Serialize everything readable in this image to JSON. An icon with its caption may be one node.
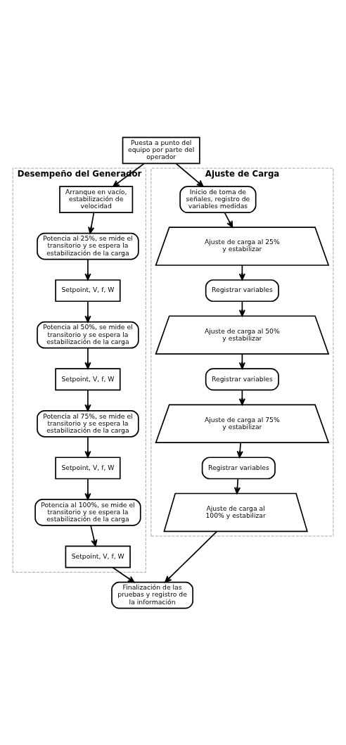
{
  "diagram": {
    "nodes": [
      {
        "text": [
          "Desempeño del Generador"
        ]
      },
      {
        "text": [
          "Ajuste de Carga"
        ]
      },
      {
        "text": [
          "Puesta a punto del equipo por parte del operador"
        ]
      },
      {
        "text": [
          "Arranque en vacío, estabilización de velocidad"
        ],
        "in": 0
      },
      {
        "text": [
          "Inicio de toma de señales, registro de variables medidas"
        ],
        "in": 1
      },
      {
        "text": [
          "Potencia al 25%, se mide el transitorio y se espera la estabilización de la carga"
        ],
        "in": 0
      },
      {
        "text": [
          "Ajuste de carga al 25% y estabilizar"
        ],
        "in": 1
      },
      {
        "text": [
          "Setpoint, V, f, W"
        ],
        "in": 0
      },
      {
        "text": [
          "Registrar variables"
        ],
        "in": 1
      },
      {
        "text": [
          "Potencia al 50%, se mide el transitorio y se espera la estabilización de la carga"
        ],
        "in": 0
      },
      {
        "text": [
          "Ajuste de carga al 50% y estabilizar"
        ],
        "in": 1
      },
      {
        "text": [
          "Setpoint, V, f, W"
        ],
        "in": 0
      },
      {
        "text": [
          "Registrar variables"
        ],
        "in": 1
      },
      {
        "text": [
          "Potencia al 75%, se mide el transitorio y se espera la estabilización de la carga"
        ],
        "in": 0
      },
      {
        "text": [
          "Ajuste de carga al 75% y estabilizar"
        ],
        "in": 1
      },
      {
        "text": [
          "Setpoint, V, f, W"
        ],
        "in": 0
      },
      {
        "text": [
          "Registrar variables"
        ],
        "in": 1
      },
      {
        "text": [
          "Potencia al 100%, se mide el transitorio y se espera la estabilización de la carga"
        ],
        "in": 0
      },
      {
        "text": [
          "Ajuste de carga al 100% y estabilizar"
        ],
        "in": 1
      },
      {
        "text": [
          "Setpoint, V, f, W"
        ],
        "in": 0
      },
      {
        "text": [
          "Finalización de las pruebas y registro de la información"
        ]
      }
    ],
    "edges": [
      {
        "from": 2,
        "to": 3,
        "arrow": "to"
      },
      {
        "from": 2,
        "to": 4,
        "arrow": "to"
      },
      {
        "from": 3,
        "to": 5,
        "arrow": "to"
      },
      {
        "from": 4,
        "to": 6,
        "arrow": "to"
      },
      {
        "from": 5,
        "to": 7,
        "arrow": "to"
      },
      {
        "from": 6,
        "to": 8,
        "arrow": "to"
      },
      {
        "from": 7,
        "to": 9,
        "arrow": "to"
      },
      {
        "from": 8,
        "to": 10,
        "arrow": "to"
      },
      {
        "from": 9,
        "to": 11,
        "arrow": "to"
      },
      {
        "from": 10,
        "to": 12,
        "arrow": "to"
      },
      {
        "from": 11,
        "to": 13,
        "arrow": "to"
      },
      {
        "from": 12,
        "to": 14,
        "arrow": "to"
      },
      {
        "from": 13,
        "to": 15,
        "arrow": "to"
      },
      {
        "from": 14,
        "to": 16,
        "arrow": "to"
      },
      {
        "from": 15,
        "to": 17,
        "arrow": "to"
      },
      {
        "from": 16,
        "to": 18,
        "arrow": "to"
      },
      {
        "from": 17,
        "to": 19,
        "arrow": "to"
      },
      {
        "from": 19,
        "to": 20,
        "arrow": "to"
      },
      {
        "from": 18,
        "to": 20,
        "arrow": "to"
      }
    ]
  }
}
